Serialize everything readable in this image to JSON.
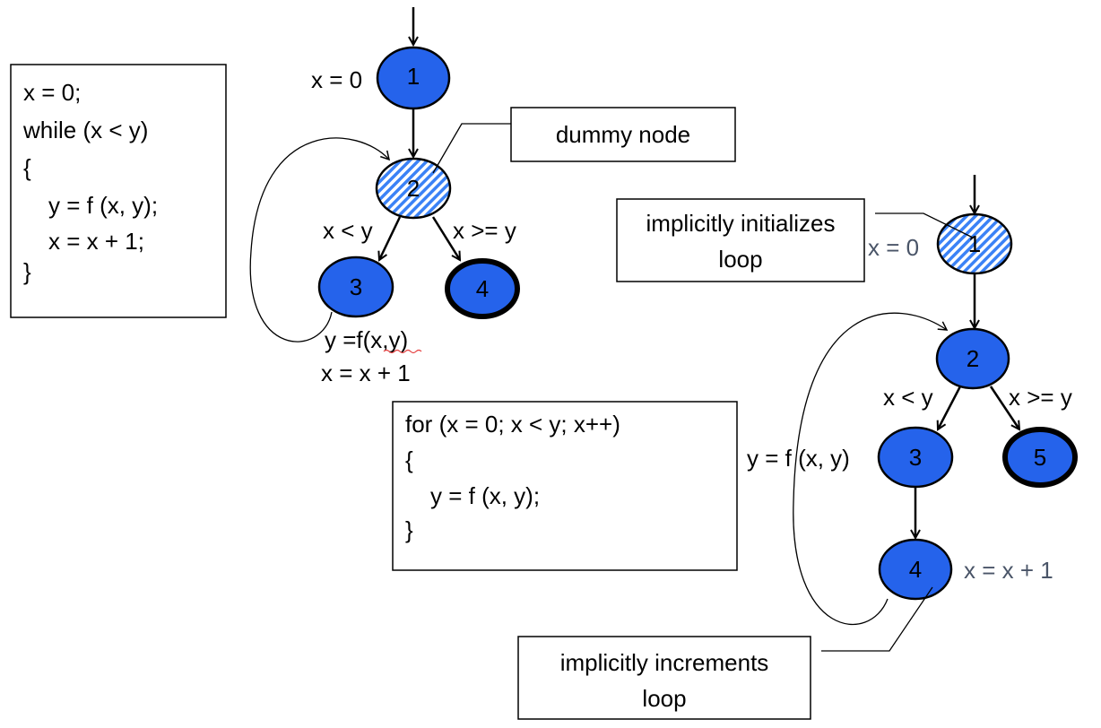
{
  "colors": {
    "node_fill": "#2563eb",
    "hatch": "#3b82f6",
    "annotation_gray": "#4a5568"
  },
  "while_code": [
    "x = 0;",
    "while (x < y)",
    "{",
    "y = f (x, y);",
    "x = x + 1;",
    "}"
  ],
  "for_code": [
    "for (x = 0; x < y; x++)",
    "{",
    "y = f (x, y);",
    "}"
  ],
  "left_graph": {
    "nodes": [
      "1",
      "2",
      "3",
      "4"
    ],
    "init_label": "x = 0",
    "edge_true": "x < y",
    "edge_false": "x >= y",
    "body_line1": "y =f(x,y)",
    "body_line2": "x = x + 1",
    "callout": "dummy node"
  },
  "right_graph": {
    "nodes": [
      "1",
      "2",
      "3",
      "4",
      "5"
    ],
    "init_label": "x = 0",
    "edge_true": "x < y",
    "edge_false": "x >= y",
    "body_label": "y = f (x, y)",
    "incr_label": "x = x + 1",
    "callout_init": [
      "implicitly initializes",
      "loop"
    ],
    "callout_incr": [
      "implicitly increments",
      "loop"
    ]
  }
}
